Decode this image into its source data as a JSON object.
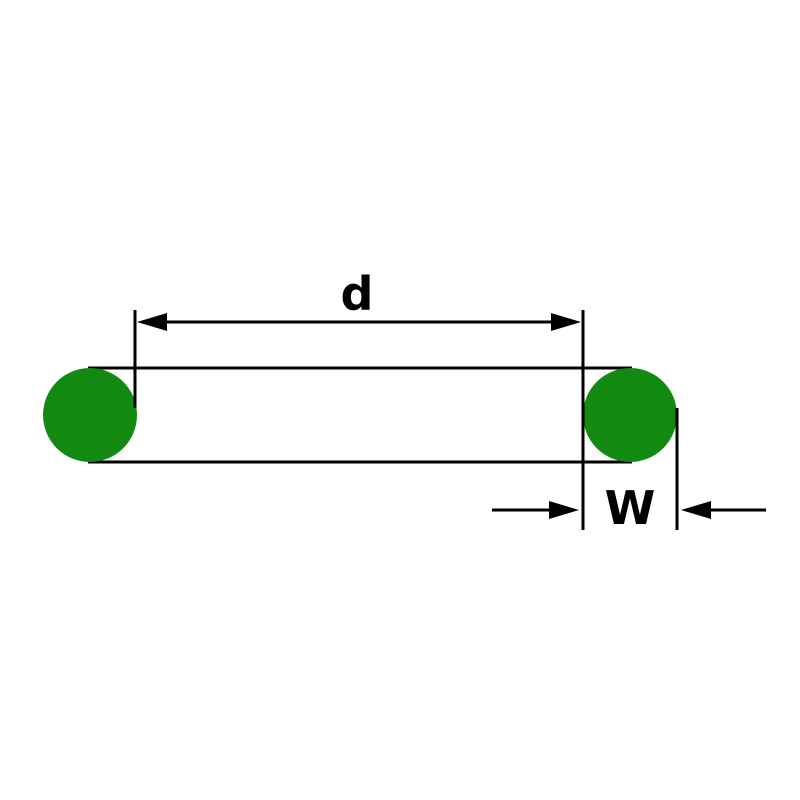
{
  "diagram": {
    "type": "o-ring-dimension-drawing",
    "labels": {
      "inner_diameter": "d",
      "cross_section_width": "W"
    },
    "colors": {
      "o_ring_green": "#128A12",
      "line": "#000000",
      "background": "#FFFFFF"
    }
  }
}
